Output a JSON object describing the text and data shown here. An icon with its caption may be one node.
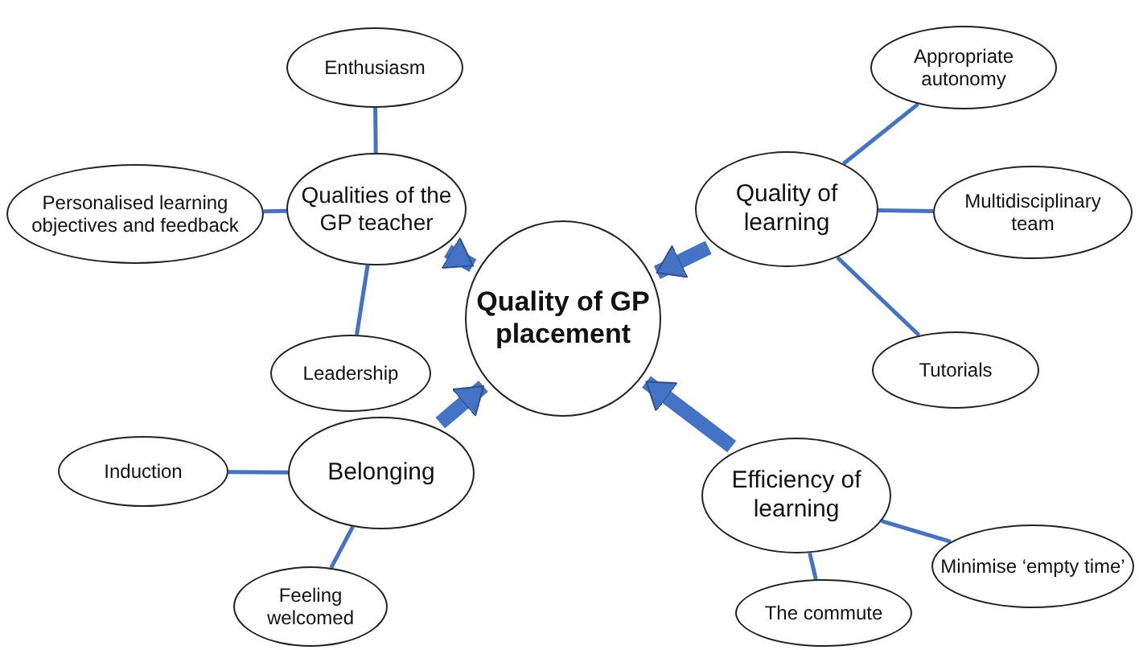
{
  "diagram": {
    "nodes": [
      {
        "text": [
          "Enthusiasm"
        ]
      },
      {
        "text": [
          "Appropriate autonomy"
        ]
      },
      {
        "text": [
          "Personalised learning objectives and feedback"
        ]
      },
      {
        "text": [
          "Qualities of the GP teacher"
        ]
      },
      {
        "text": [
          "Quality of learning"
        ]
      },
      {
        "text": [
          "Multidisciplinary team"
        ]
      },
      {
        "text": [
          "Quality of GP placement"
        ]
      },
      {
        "text": [
          "Leadership"
        ]
      },
      {
        "text": [
          "Tutorials"
        ]
      },
      {
        "text": [
          "Induction"
        ]
      },
      {
        "text": [
          "Belonging"
        ]
      },
      {
        "text": [
          "Efficiency of learning"
        ]
      },
      {
        "text": [
          "Minimise ‘empty time’"
        ]
      },
      {
        "text": [
          "Feeling welcomed"
        ]
      },
      {
        "text": [
          "The commute"
        ]
      }
    ],
    "edges": [
      {
        "from": 3,
        "to": 0,
        "arrow": "none"
      },
      {
        "from": 3,
        "to": 2,
        "arrow": "none"
      },
      {
        "from": 3,
        "to": 7,
        "arrow": "none"
      },
      {
        "from": 4,
        "to": 1,
        "arrow": "none"
      },
      {
        "from": 4,
        "to": 5,
        "arrow": "none"
      },
      {
        "from": 4,
        "to": 8,
        "arrow": "none"
      },
      {
        "from": 10,
        "to": 9,
        "arrow": "none"
      },
      {
        "from": 10,
        "to": 13,
        "arrow": "none"
      },
      {
        "from": 11,
        "to": 12,
        "arrow": "none"
      },
      {
        "from": 11,
        "to": 14,
        "arrow": "none"
      },
      {
        "from": 3,
        "to": 6,
        "arrow": "to",
        "style": "thick"
      },
      {
        "from": 4,
        "to": 6,
        "arrow": "to",
        "style": "thick"
      },
      {
        "from": 10,
        "to": 6,
        "arrow": "to",
        "style": "thick"
      },
      {
        "from": 11,
        "to": 6,
        "arrow": "to",
        "style": "thick"
      }
    ]
  }
}
